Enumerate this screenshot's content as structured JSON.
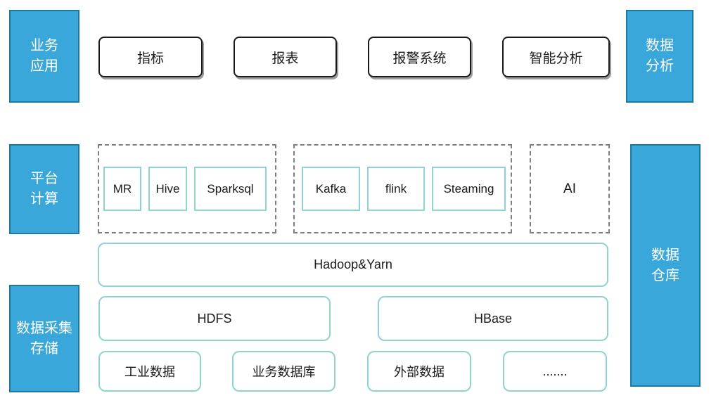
{
  "palette": {
    "blue_fill": "#3AA7DB",
    "blue_border": "#1B79A4",
    "teal_border": "#8FD4D0",
    "dashed_border": "#7F7F7F",
    "black_border": "#1A1A1A",
    "text_on_blue": "#FFFFFF",
    "text_dark": "#1A1A1A",
    "background": "#FFFFFF"
  },
  "diagram": {
    "left_labels": [
      [
        "业务",
        "应用"
      ],
      [
        "平台",
        "计算"
      ],
      [
        "数据采集",
        "存储"
      ]
    ],
    "right_labels": [
      [
        "数据",
        "分析"
      ],
      [
        "数据",
        "仓库"
      ]
    ],
    "app_row": [
      "指标",
      "报表",
      "报警系统",
      "智能分析"
    ],
    "compute_group_batch": [
      "MR",
      "Hive",
      "Sparksql"
    ],
    "compute_group_stream": [
      "Kafka",
      "flink",
      "Steaming"
    ],
    "compute_group_ai": "AI",
    "resource_layer": "Hadoop&Yarn",
    "storage_layer": [
      "HDFS",
      "HBase"
    ],
    "source_layer": [
      "工业数据",
      "业务数据库",
      "外部数据",
      "......."
    ]
  }
}
